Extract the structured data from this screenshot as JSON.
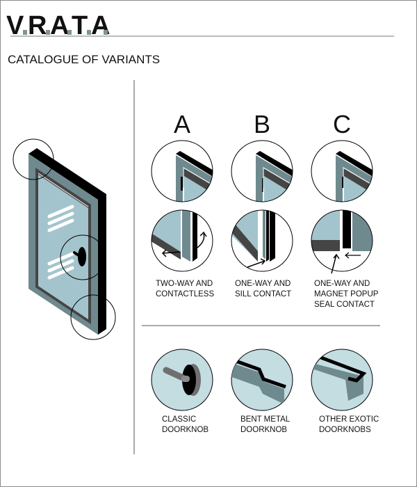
{
  "header": {
    "logo_letters": [
      "V",
      "R",
      "A",
      "T",
      "A"
    ],
    "subtitle": "CATALOGUE OF VARIANTS"
  },
  "colors": {
    "frame": "#6f8a8f",
    "glass": "#a3c4cc",
    "dark": "#454545",
    "knob_bg": "#c3dde1",
    "accent_dot": "#7d9499"
  },
  "variants": [
    {
      "letter": "A",
      "label_lines": [
        "TWO-WAY AND",
        "CONTACTLESS"
      ]
    },
    {
      "letter": "B",
      "label_lines": [
        "ONE-WAY AND",
        "SILL CONTACT"
      ]
    },
    {
      "letter": "C",
      "label_lines": [
        "ONE-WAY AND",
        "MAGNET POPUP",
        "SEAL CONTACT"
      ]
    }
  ],
  "doorknobs": [
    {
      "label_lines": [
        "CLASSIC",
        "DOORKNOB"
      ]
    },
    {
      "label_lines": [
        "BENT METAL",
        "DOORKNOB"
      ]
    },
    {
      "label_lines": [
        "OTHER EXOTIC",
        "DOORKNOBS"
      ]
    }
  ]
}
